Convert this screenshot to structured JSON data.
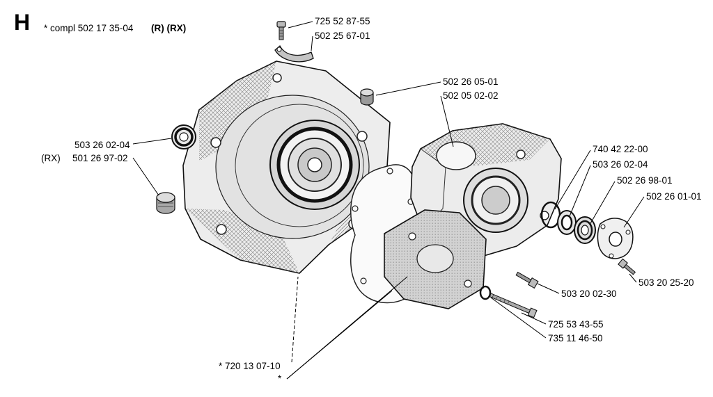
{
  "header": {
    "section_letter": "H",
    "assembly_note": "* compl 502 17 35-04",
    "variant_note": "(R) (RX)"
  },
  "labels": [
    {
      "id": "top-screw",
      "text": "725 52 87-55"
    },
    {
      "id": "bracket",
      "text": "502 25 67-01"
    },
    {
      "id": "plug-screw",
      "text": "502 26 05-01"
    },
    {
      "id": "right-crankcase",
      "text": "502 05 02-02"
    },
    {
      "id": "bearing-left",
      "text": "503 26 02-04"
    },
    {
      "id": "rx-note",
      "text": "(RX)"
    },
    {
      "id": "seal-plug-left",
      "text": "501 26 97-02"
    },
    {
      "id": "o-ring",
      "text": "740 42 22-00"
    },
    {
      "id": "bearing-right",
      "text": "503 26 02-04"
    },
    {
      "id": "oil-seal-right",
      "text": "502 26 98-01"
    },
    {
      "id": "end-cover-plate",
      "text": "502 26 01-01"
    },
    {
      "id": "screw-small-right",
      "text": "503 20 25-20"
    },
    {
      "id": "screw-mid",
      "text": "503 20 02-30"
    },
    {
      "id": "long-bolt",
      "text": "725 53 43-55"
    },
    {
      "id": "washer",
      "text": "735 11 46-50"
    },
    {
      "id": "gasket",
      "text": "* 720 13 07-10"
    },
    {
      "id": "asterisk-callout",
      "text": "*"
    }
  ]
}
